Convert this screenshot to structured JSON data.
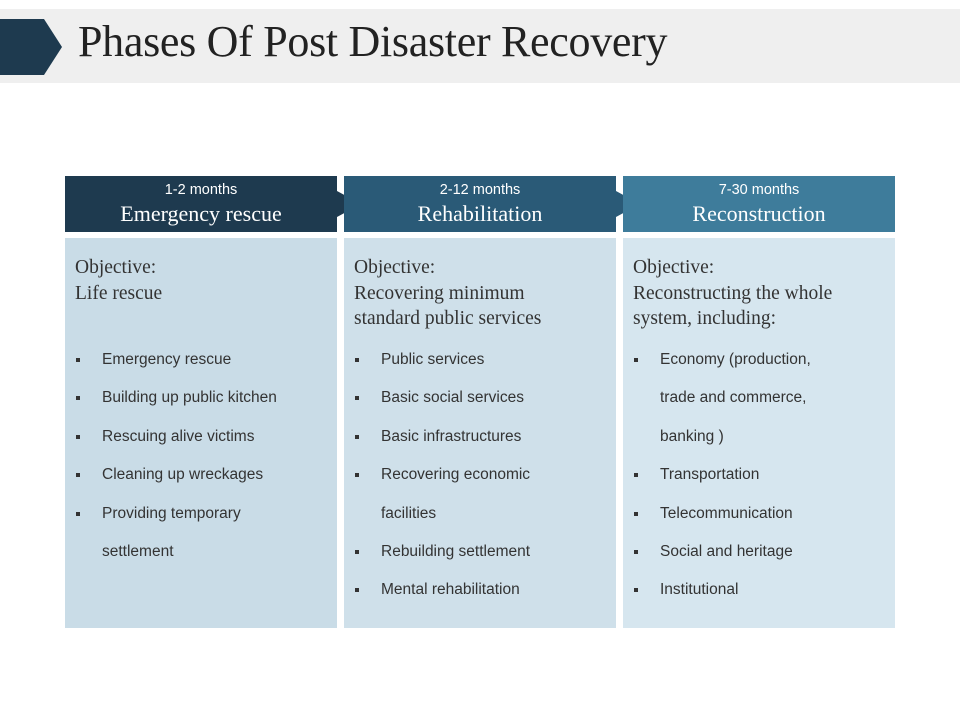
{
  "slide": {
    "title": "Phases Of Post Disaster Recovery"
  },
  "colors": {
    "title_bar": "#efefef",
    "title_arrow": "#1e3a4f",
    "phase_1_header": "#1e3a4f",
    "phase_2_header": "#2a5a77",
    "phase_3_header": "#3e7c9b",
    "phase_1_panel": "#c9dce7",
    "phase_2_panel": "#cfe0ea",
    "phase_3_panel": "#d6e6ef"
  },
  "phases": [
    {
      "duration": "1-2 months",
      "name": "Emergency rescue",
      "objective_lines": [
        "Objective:",
        "Life rescue"
      ],
      "items": [
        {
          "text": "Emergency rescue",
          "bullet": true
        },
        {
          "text": "Building up public kitchen",
          "bullet": true
        },
        {
          "text": "Rescuing alive victims",
          "bullet": true
        },
        {
          "text": "Cleaning up wreckages",
          "bullet": true
        },
        {
          "text": "Providing temporary",
          "bullet": true
        },
        {
          "text": "settlement",
          "bullet": false
        }
      ]
    },
    {
      "duration": "2-12 months",
      "name": "Rehabilitation",
      "objective_lines": [
        "Objective:",
        "Recovering minimum",
        "standard public services"
      ],
      "items": [
        {
          "text": "Public services",
          "bullet": true
        },
        {
          "text": "Basic social services",
          "bullet": true
        },
        {
          "text": "Basic infrastructures",
          "bullet": true
        },
        {
          "text": "Recovering economic",
          "bullet": true
        },
        {
          "text": "facilities",
          "bullet": false
        },
        {
          "text": "Rebuilding settlement",
          "bullet": true
        },
        {
          "text": "Mental rehabilitation",
          "bullet": true
        }
      ]
    },
    {
      "duration": "7-30 months",
      "name": "Reconstruction",
      "objective_lines": [
        "Objective:",
        "Reconstructing the whole",
        "system, including:"
      ],
      "items": [
        {
          "text": "Economy (production,",
          "bullet": true
        },
        {
          "text": "trade and commerce,",
          "bullet": false
        },
        {
          "text": "banking )",
          "bullet": false
        },
        {
          "text": "Transportation",
          "bullet": true
        },
        {
          "text": "Telecommunication",
          "bullet": true
        },
        {
          "text": "Social and heritage",
          "bullet": true
        },
        {
          "text": "Institutional",
          "bullet": true
        }
      ]
    }
  ]
}
